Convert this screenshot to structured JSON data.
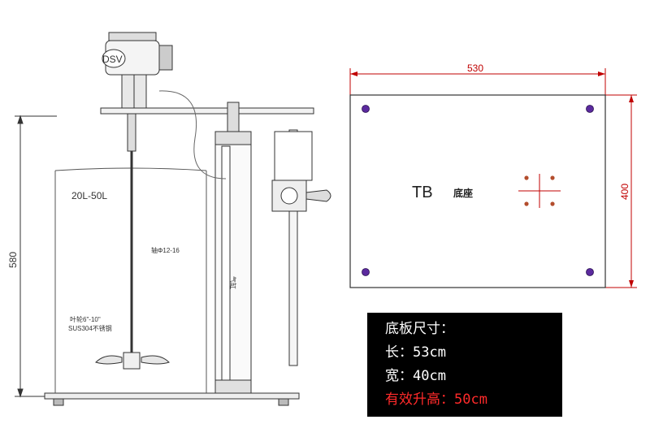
{
  "plate": {
    "width_label": "530",
    "height_label": "400",
    "text_tb": "TB",
    "text_base": "底座"
  },
  "mixer": {
    "motor_brand": "DSV",
    "height_label": "580",
    "tank_label": "20L-50L",
    "shaft_label": "轴Φ12-16",
    "paddle_label": "叶轮6\"-10\"",
    "material_label": "SUS304不锈钢",
    "cylinder_label": "气缸"
  },
  "specs": {
    "title": "底板尺寸：",
    "length": "长：53cm",
    "width": "宽：40cm",
    "lift": "有效升高：50cm"
  },
  "colors": {
    "dimension_red": "#c00000",
    "spec_box_bg": "#000000",
    "highlight_red": "#ff2a2a",
    "bolt_purple": "#5b2a9e"
  }
}
